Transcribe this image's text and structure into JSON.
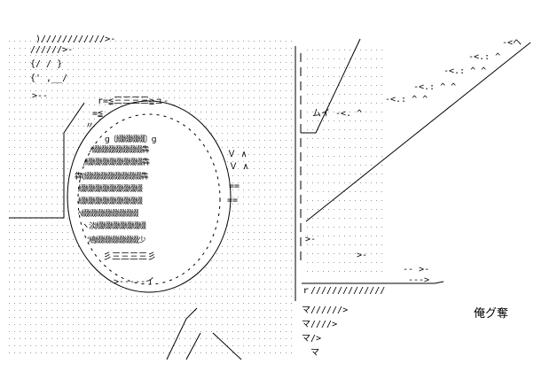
{
  "caption": "俺グ奪",
  "ascii_rows": [
    ")////////////>-",
    "//////>-",
    "{/ / }",
    "{' ,__/",
    ">--",
    "r=≦三三三三≧ュ-",
    "=≦ ",
    "〃",
    "g〔綴綴綴綴〕g",
    "ﾉ綴綴綴綴綴綴綴犇",
    "/綴綴綴綴綴綴綴綴犇",
    "犇(綴綴綴綴綴綴綴綴犇",
    "綴綴綴綴綴綴綴綴綴",
    "綴綴綴綴綴綴綴綴綴",
    "ﾍ綴綴綴綴綴綴綴綴",
    "ヽ淡綴綴綴綴綴綴綴",
    "'鳰綴綴綴綴綴綴少",
    "彡三三三三彡",
    ">-----イ"
  ],
  "right_rows": [
    "-<ヘ",
    "-<.: ^",
    "-<.: ^ ^",
    "-<.: ^ ^",
    "-<.: ^ ^",
    "ムイ -<. ^",
    "Ｖ ∧",
    "Ｖ ∧",
    "==",
    "=="
  ],
  "bottom_rows": [
    ">-",
    ">-",
    "-- >-",
    "--->",
    "ｒ//////////////",
    "マ//////>",
    "マ////>",
    "マ/>",
    "マ"
  ]
}
